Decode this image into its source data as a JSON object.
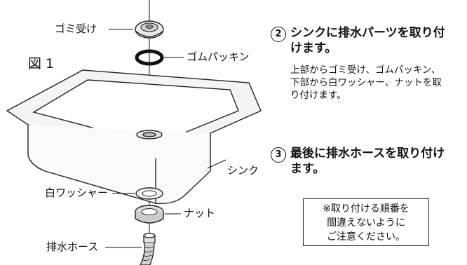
{
  "figure_label": "図 1",
  "parts": {
    "strainer": "ゴミ受け",
    "gasket": "ゴムパッキン",
    "sink": "シンク",
    "washer": "白ワッシャー",
    "nut": "ナット",
    "drain_hose": "排水ホース"
  },
  "steps": [
    {
      "number": "2",
      "title_line1": "シンクに排水パーツを取り付",
      "title_line2": "けます。",
      "body_line1": "上部からゴミ受け、ゴムパッキン、",
      "body_line2": "下部から白ワッシャー、ナットを取",
      "body_line3": "り付けます。"
    },
    {
      "number": "3",
      "title_line1": "最後に排水ホースを取り付け",
      "title_line2": "ます。"
    }
  ],
  "note": {
    "line1": "※取り付ける順番を",
    "line2": "間違えないように",
    "line3": "ご注意ください。"
  }
}
